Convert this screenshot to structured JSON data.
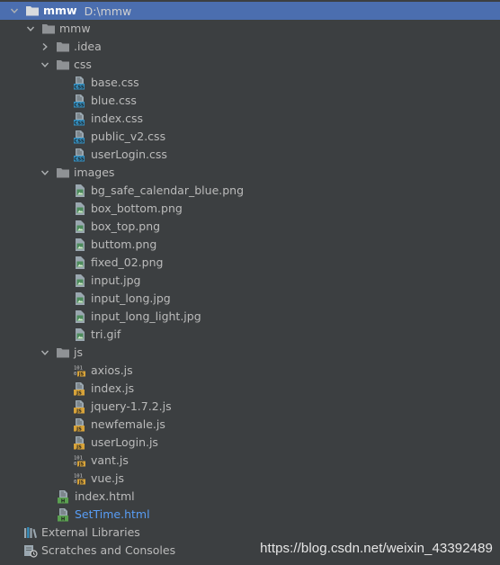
{
  "tree": {
    "root": {
      "label": "mmw",
      "path": "D:\\mmw",
      "icon": "folder-icon"
    },
    "project": {
      "label": "mmw"
    },
    "idea": {
      "label": ".idea"
    },
    "css": {
      "label": "css",
      "files": [
        "base.css",
        "blue.css",
        "index.css",
        "public_v2.css",
        "userLogin.css"
      ]
    },
    "images": {
      "label": "images",
      "files": [
        "bg_safe_calendar_blue.png",
        "box_bottom.png",
        "box_top.png",
        "buttom.png",
        "fixed_02.png",
        "input.jpg",
        "input_long.jpg",
        "input_long_light.jpg",
        "tri.gif"
      ]
    },
    "js": {
      "label": "js",
      "files": [
        {
          "name": "axios.js",
          "icon": "js-binary-icon"
        },
        {
          "name": "index.js",
          "icon": "js-file-icon"
        },
        {
          "name": "jquery-1.7.2.js",
          "icon": "js-file-icon"
        },
        {
          "name": "newfemale.js",
          "icon": "js-file-icon"
        },
        {
          "name": "userLogin.js",
          "icon": "js-file-icon"
        },
        {
          "name": "vant.js",
          "icon": "js-binary-icon"
        },
        {
          "name": "vue.js",
          "icon": "js-binary-icon"
        }
      ]
    },
    "html_files": [
      {
        "name": "index.html",
        "highlight": false
      },
      {
        "name": "SetTime.html",
        "highlight": true
      }
    ],
    "external_libraries": "External Libraries",
    "scratches": "Scratches and Consoles"
  },
  "colors": {
    "background": "#3c3f41",
    "selection": "#4b6eaf",
    "folder": "#8f9295",
    "css_badge": "#3592c4",
    "js_badge": "#d7a33a",
    "html_badge": "#5aa050",
    "link_blue": "#589df6"
  },
  "watermark": "https://blog.csdn.net/weixin_43392489"
}
